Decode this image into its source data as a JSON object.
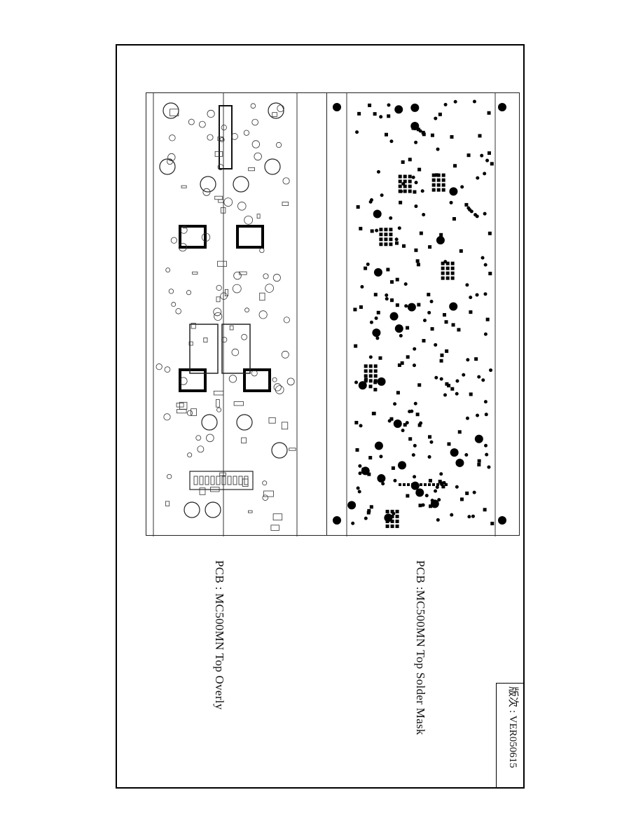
{
  "document": {
    "overlay_label": "PCB : MC500MN    Top Overly",
    "mask_label": "PCB :MC500MN    Top Solder Mask",
    "version_label": "版次 : VER050615"
  },
  "colors": {
    "ink": "#111111",
    "paper": "#ffffff"
  },
  "panels": [
    {
      "name": "top-overlay-panel",
      "layer": "Top Overly"
    },
    {
      "name": "top-solder-mask-panel",
      "layer": "Top Solder Mask"
    }
  ]
}
